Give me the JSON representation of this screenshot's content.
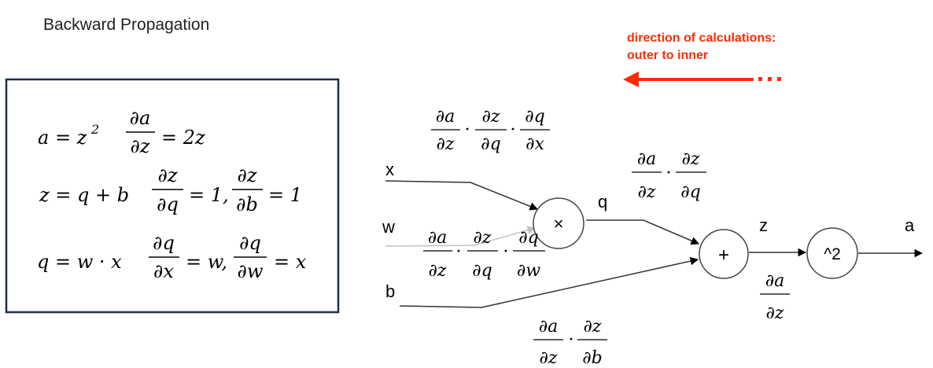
{
  "title": "Backward Propagation",
  "direction": {
    "line1": "direction of calculations:",
    "line2": "outer to inner",
    "color": "#ff2a00"
  },
  "equations": {
    "row1": {
      "lhs": "a = z",
      "exp": "2",
      "num": "∂a",
      "den": "∂z",
      "rhs": "= 2z"
    },
    "row2": {
      "lhs": "z = q + b",
      "num1": "∂z",
      "den1": "∂q",
      "mid": "= 1,",
      "num2": "∂z",
      "den2": "∂b",
      "rhs": "= 1"
    },
    "row3": {
      "lhs": "q = w · x",
      "num1": "∂q",
      "den1": "∂x",
      "mid": "= w,",
      "num2": "∂q",
      "den2": "∂w",
      "rhs": "= x"
    }
  },
  "graph": {
    "labels": {
      "x": "x",
      "w": "w",
      "b": "b",
      "q": "q",
      "z": "z",
      "a": "a"
    },
    "nodes": {
      "mul": "×",
      "add": "+",
      "sq": "^2"
    }
  },
  "gradients": {
    "dx": {
      "n1": "∂a",
      "d1": "∂z",
      "n2": "∂z",
      "d2": "∂q",
      "n3": "∂q",
      "d3": "∂x"
    },
    "dw": {
      "n1": "∂a",
      "d1": "∂z",
      "n2": "∂z",
      "d2": "∂q",
      "n3": "∂q",
      "d3": "∂w"
    },
    "dq": {
      "n1": "∂a",
      "d1": "∂z",
      "n2": "∂z",
      "d2": "∂q"
    },
    "db": {
      "n1": "∂a",
      "d1": "∂z",
      "n2": "∂z",
      "d2": "∂b"
    },
    "dz": {
      "n1": "∂a",
      "d1": "∂z"
    }
  }
}
